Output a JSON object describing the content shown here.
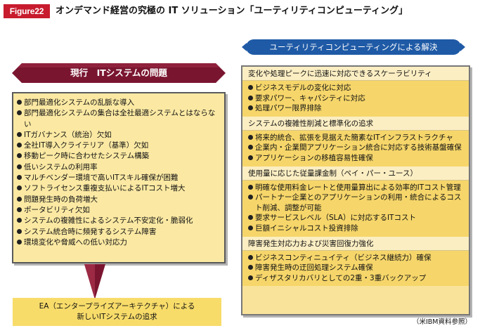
{
  "header": {
    "figure_tag": "Figure22",
    "title": "オンデマンド経営の究極の IT ソリューション「ユーティリティコンピューティング」"
  },
  "left": {
    "banner": "現行　ITシステムの問題",
    "problems": [
      "部門最適化システムの乱脈な導入",
      "部門最適化システムの集合は全社最適システムとはならない",
      "ITガバナンス（統治）欠如",
      "全社IT導入クライテリア（基準）欠如",
      "移動ピーク時に合わせたシステム構築",
      "低いシステムの利用率",
      "マルチベンダー環境で高いITスキル確保が困難",
      "ソフトライセンス重複支払いによるITコスト増大",
      "問題発生時の負荷増大",
      "ポータビリティ欠如",
      "システムの複雑性によるシステム不安定化・脆弱化",
      "システム統合時に頻発するシステム障害",
      "環境変化や脅威への低い対応力"
    ],
    "ea_box": {
      "line1": "EA（エンタープライズアーキテクチャ）による",
      "line2": "新しいITシステムの追求"
    }
  },
  "right": {
    "pill": "ユーティリティコンピューティングによる解決",
    "sections": [
      {
        "heading": "変化や処理ピークに迅速に対応できるスケーラビリティ",
        "items": [
          "ビジネスモデルの変化に対応",
          "要求パワー、キャパシティに対応",
          "処理パワー限界排除"
        ]
      },
      {
        "heading": "システムの複雑性削減と標準化の追求",
        "items": [
          "将来的統合、拡張を見据えた簡素なITインフラストラクチャ",
          "企業内・企業間アプリケーション統合に対応する技術基盤確保",
          "アプリケーションの移植容易性確保"
        ]
      },
      {
        "heading": "使用量に応じた従量課金制（ペイ・パー・ユース）",
        "items": [
          "明確な使用料金レートと使用量算出による効率的ITコスト管理",
          "パートナー企業とのアプリケーションの利用・統合によるコスト削減、調整が可能",
          "要求サービスレベル（SLA）に対応するITコスト",
          "巨額イニシャルコスト投資排除"
        ]
      },
      {
        "heading": "障害発生対応力および災害回復力強化",
        "items": [
          "ビジネスコンティニュイティ（ビジネス継続力）確保",
          "障害発生時の迂回処理システム確保",
          "ディザスタリカバリとしての2重・3重バックアップ"
        ]
      }
    ]
  },
  "source": "（米IBM資料参照）",
  "colors": {
    "figure_tag": "#c81b2e",
    "left_banner": "#7a1530",
    "right_pill": "#1f5aa6",
    "problem_box": "#fbe9a3",
    "section_body": "#f6d66a",
    "ea_box": "#f8dc6a"
  }
}
